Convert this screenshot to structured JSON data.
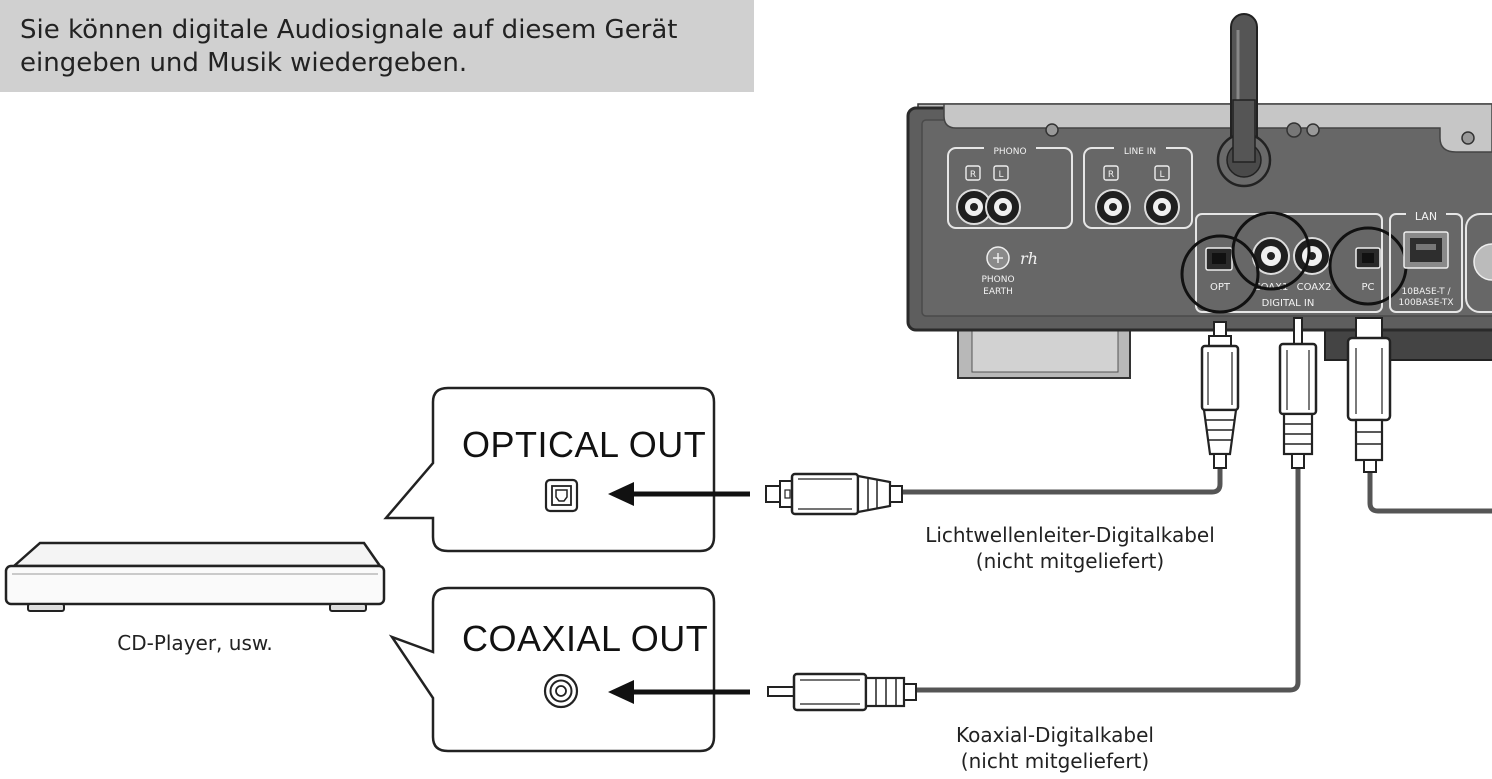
{
  "intro": {
    "line1": "Sie können digitale Audiosignale auf diesem Gerät",
    "line2": "eingeben und Musik wiedergeben."
  },
  "source_device": {
    "label": "CD-Player, usw."
  },
  "optical_bubble": {
    "label": "OPTICAL OUT"
  },
  "coaxial_bubble": {
    "label": "COAXIAL OUT"
  },
  "optical_cable": {
    "line1": "Lichtwellenleiter-Digitalkabel",
    "line2": "(nicht mitgeliefert)"
  },
  "coaxial_cable": {
    "line1": "Koaxial-Digitalkabel",
    "line2": "(nicht mitgeliefert)"
  },
  "rear_panel": {
    "phono": "PHONO",
    "line_in": "LINE IN",
    "right": "R",
    "left": "L",
    "phono_earth_1": "PHONO",
    "phono_earth_2": "EARTH",
    "lan": "LAN",
    "opt": "OPT",
    "coax1": "COAX1",
    "coax2": "COAX2",
    "pc": "PC",
    "digital_in": "DIGITAL IN",
    "base_1": "10BASE-T /",
    "base_2": "100BASE-TX"
  },
  "colors": {
    "intro_background": "#d0d0d0",
    "panel": "#5e5e5e",
    "panel_dark": "#3a3a3a",
    "cable": "#555555",
    "arrow": "#111111"
  }
}
